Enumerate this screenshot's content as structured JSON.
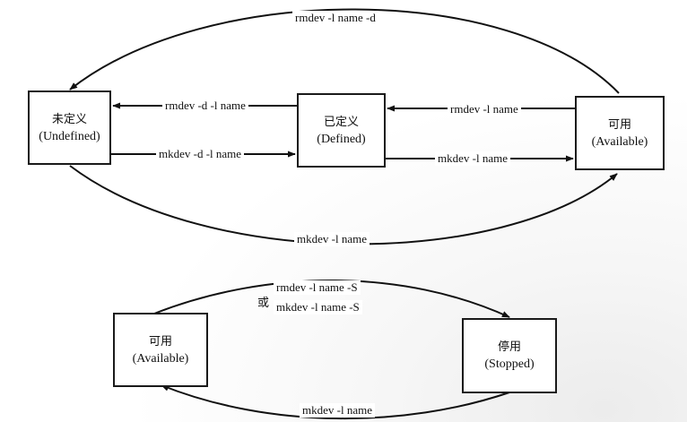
{
  "diagram": {
    "states": {
      "undefined": {
        "zh": "未定义",
        "en": "(Undefined)"
      },
      "defined": {
        "zh": "已定义",
        "en": "(Defined)"
      },
      "available": {
        "zh": "可用",
        "en": "(Available)"
      },
      "available_2": {
        "zh": "可用",
        "en": "(Available)"
      },
      "stopped": {
        "zh": "停用",
        "en": "(Stopped)"
      }
    },
    "transitions": {
      "available_to_undefined": "rmdev -l name -d",
      "defined_to_undefined": "rmdev -d -l name",
      "available_to_defined": "rmdev -l name",
      "undefined_to_defined": "mkdev -d -l name",
      "defined_to_available": "mkdev -l name",
      "undefined_to_available": "mkdev -l name",
      "available_to_stopped_1": "rmdev -l name -S",
      "or": "或",
      "available_to_stopped_2": "mkdev -l name -S",
      "stopped_to_available": "mkdev -l name"
    }
  }
}
